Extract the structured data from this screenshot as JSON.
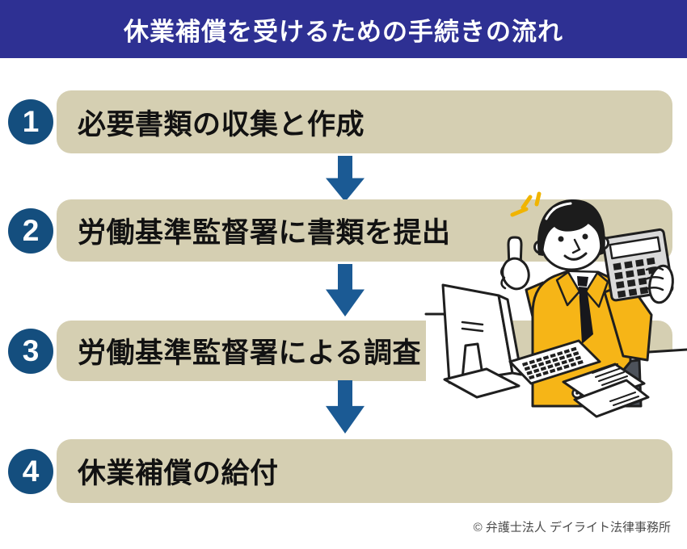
{
  "header": {
    "title": "休業補償を受けるための手続きの流れ"
  },
  "steps": [
    {
      "number": "1",
      "label": "必要書類の収集と作成"
    },
    {
      "number": "2",
      "label": "労働基準監督署に書類を提出"
    },
    {
      "number": "3",
      "label": "労働基準監督署による調査"
    },
    {
      "number": "4",
      "label": "休業補償の給付"
    }
  ],
  "footer": {
    "copyright": "© 弁護士法人 デイライト法律事務所"
  },
  "illustration": {
    "name": "businessman-with-calculator-at-desk",
    "elements": [
      "sparkle",
      "computer-monitor",
      "keyboard",
      "businessman",
      "calculator",
      "documents",
      "desk"
    ]
  },
  "colors": {
    "header_bg": "#2e3093",
    "step_bar": "#d5cfb2",
    "step_circle": "#144e7e",
    "arrow": "#1b5a94",
    "jacket": "#f6b517",
    "calculator": "#dadada",
    "pants": "#4d525a",
    "sparkle": "#f0b400",
    "copyright": "#4c4c4c"
  }
}
